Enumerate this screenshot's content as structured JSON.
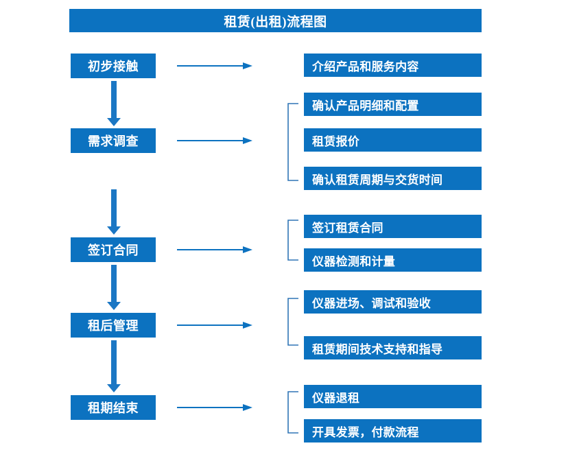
{
  "diagram": {
    "title": "租赁(出租)流程图",
    "accent_color": "#0C72C0",
    "bracket_color": "#2E74B5",
    "text_color": "#FFFFFF",
    "background_color": "#FFFFFF",
    "stages": [
      {
        "label": "初步接触"
      },
      {
        "label": "需求调查"
      },
      {
        "label": "签订合同"
      },
      {
        "label": "租后管理"
      },
      {
        "label": "租期结束"
      }
    ],
    "details": [
      {
        "label": "介绍产品和服务内容"
      },
      {
        "label": "确认产品明细和配置"
      },
      {
        "label": "租赁报价"
      },
      {
        "label": "确认租赁周期与交货时间"
      },
      {
        "label": "签订租赁合同"
      },
      {
        "label": "仪器检测和计量"
      },
      {
        "label": "仪器进场、调试和验收"
      },
      {
        "label": "租赁期间技术支持和指导"
      },
      {
        "label": "仪器退租"
      },
      {
        "label": "开具发票，付款流程"
      }
    ],
    "connectors": {
      "right_arrow_count": 5,
      "down_arrow_count": 4,
      "bracket_count": 4
    }
  }
}
